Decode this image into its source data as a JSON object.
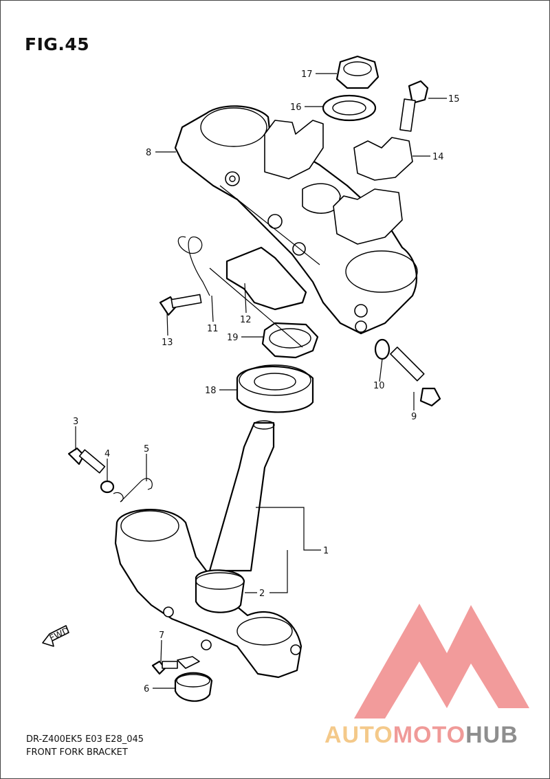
{
  "figure": {
    "title": "FIG.45",
    "model_code": "DR-Z400EK5 E03 E28_045",
    "caption": "FRONT FORK BRACKET"
  },
  "callouts": [
    {
      "id": "c1",
      "label": "1"
    },
    {
      "id": "c2",
      "label": "2"
    },
    {
      "id": "c3",
      "label": "3"
    },
    {
      "id": "c4",
      "label": "4"
    },
    {
      "id": "c5",
      "label": "5"
    },
    {
      "id": "c6",
      "label": "6"
    },
    {
      "id": "c7",
      "label": "7"
    },
    {
      "id": "c8",
      "label": "8"
    },
    {
      "id": "c9",
      "label": "9"
    },
    {
      "id": "c10",
      "label": "10"
    },
    {
      "id": "c11",
      "label": "11"
    },
    {
      "id": "c12",
      "label": "12"
    },
    {
      "id": "c13",
      "label": "13"
    },
    {
      "id": "c14",
      "label": "14"
    },
    {
      "id": "c15",
      "label": "15"
    },
    {
      "id": "c16",
      "label": "16"
    },
    {
      "id": "c17",
      "label": "17"
    },
    {
      "id": "c18",
      "label": "18"
    },
    {
      "id": "c19",
      "label": "19"
    }
  ],
  "direction_marker": "FWD",
  "watermark": {
    "part1": "AUTO",
    "part2": "MOTO",
    "part3": "HUB",
    "colors": {
      "auto": "#f4c98a",
      "moto": "#f09a98",
      "hub": "#8e8e8e",
      "logo": "#f08a8a"
    }
  }
}
